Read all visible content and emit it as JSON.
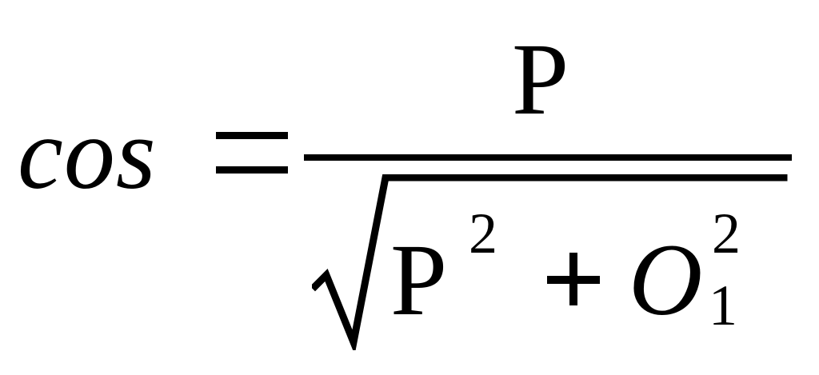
{
  "formula": {
    "lhs": "cos",
    "equals": "=",
    "numerator": "P",
    "denominator": {
      "term1_base": "P",
      "term1_exponent": "2",
      "operator": "+",
      "term2_base": "O",
      "term2_subscript": "1",
      "term2_exponent": "2"
    }
  }
}
